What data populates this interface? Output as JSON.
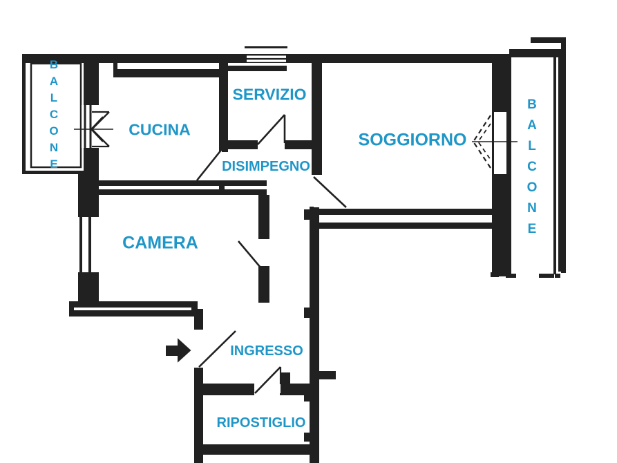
{
  "floor_plan": {
    "colors": {
      "wall_black": "#212121",
      "label_blue": "#1F96C8",
      "paper_white": "#FFFFFF"
    },
    "rooms": [
      {
        "name": "balcone-left",
        "label": "BALCONE",
        "text_direction": "vertical"
      },
      {
        "name": "cucina",
        "label": "CUCINA",
        "text_direction": "horizontal"
      },
      {
        "name": "servizio",
        "label": "SERVIZIO",
        "text_direction": "horizontal"
      },
      {
        "name": "disimpegno",
        "label": "DISIMPEGNO",
        "text_direction": "horizontal"
      },
      {
        "name": "soggiorno",
        "label": "SOGGIORNO",
        "text_direction": "horizontal"
      },
      {
        "name": "balcone-right",
        "label": "BALCONE",
        "text_direction": "vertical"
      },
      {
        "name": "camera",
        "label": "CAMERA",
        "text_direction": "horizontal"
      },
      {
        "name": "ingresso",
        "label": "INGRESSO",
        "text_direction": "horizontal"
      },
      {
        "name": "ripostiglio",
        "label": "RIPOSTIGLIO",
        "text_direction": "horizontal"
      }
    ],
    "symbols": {
      "entrance_arrow": "right-arrow-at-entrance-door"
    }
  }
}
